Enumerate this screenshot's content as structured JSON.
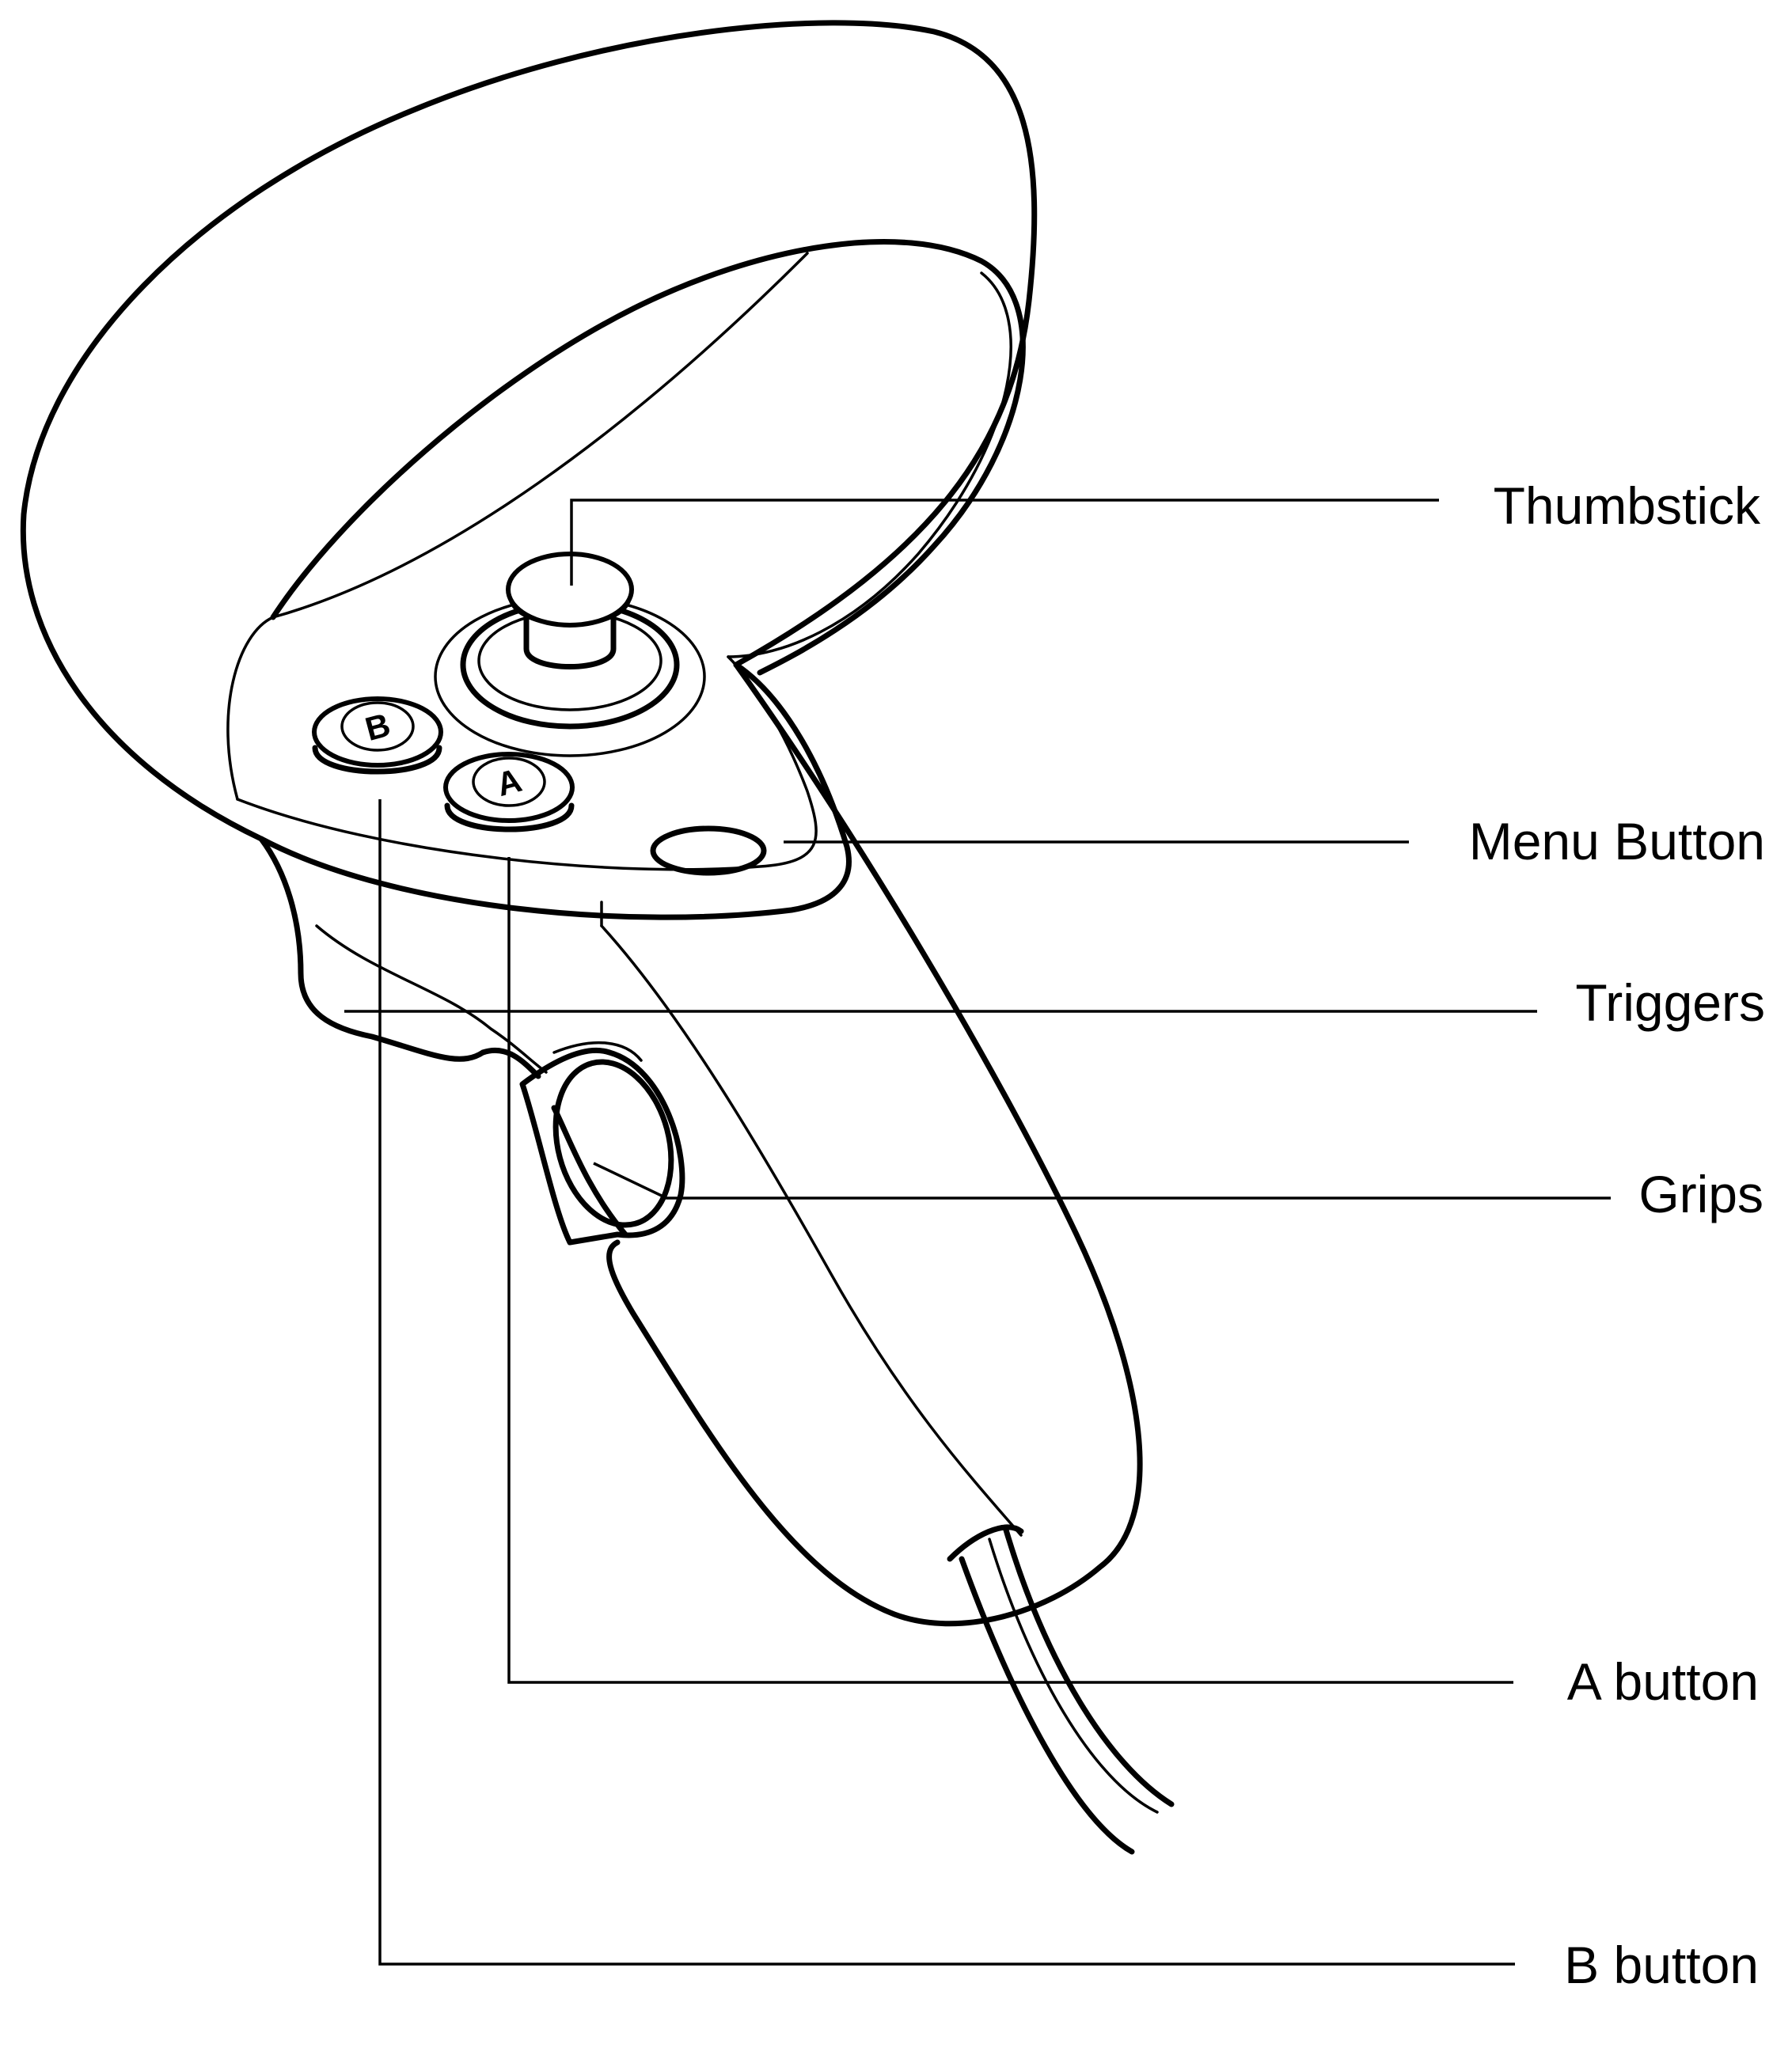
{
  "callouts": {
    "thumbstick": "Thumbstick",
    "menu_button": "Menu Button",
    "triggers": "Triggers",
    "grips": "Grips",
    "a_button": "A button",
    "b_button": "B button"
  },
  "button_letters": {
    "a": "A",
    "b": "B"
  },
  "colors": {
    "line": "#000000",
    "background": "#ffffff"
  }
}
